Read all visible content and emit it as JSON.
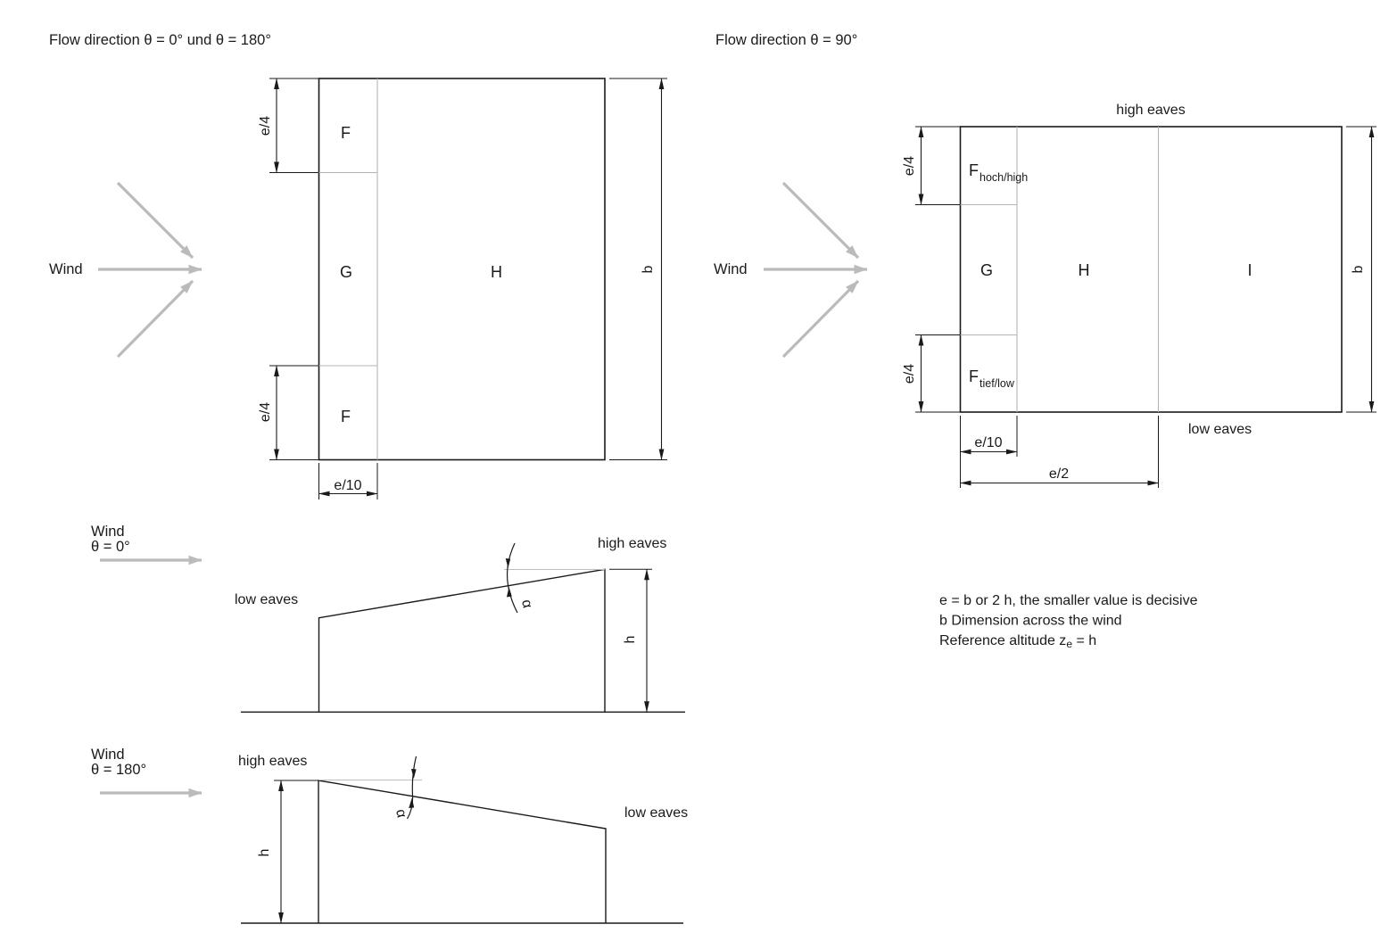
{
  "titles": {
    "left": "Flow direction θ = 0° und θ = 180°",
    "right": "Flow direction θ = 90°"
  },
  "wind_plan_left": {
    "label": "Wind"
  },
  "wind_plan_right": {
    "label": "Wind"
  },
  "plan_left": {
    "zone_f_top": "F",
    "zone_g": "G",
    "zone_h": "H",
    "zone_f_bottom": "F",
    "dim_e4_top": "e/4",
    "dim_e4_bottom": "e/4",
    "dim_e10": "e/10",
    "dim_b": "b"
  },
  "plan_right": {
    "high_eaves": "high eaves",
    "low_eaves": "low eaves",
    "zone_f_high_main": "F",
    "zone_f_high_sub": "hoch/high",
    "zone_g": "G",
    "zone_h": "H",
    "zone_i": "I",
    "zone_f_low_main": "F",
    "zone_f_low_sub": "tief/low",
    "dim_e4_top": "e/4",
    "dim_e4_bottom": "e/4",
    "dim_e10": "e/10",
    "dim_e2": "e/2",
    "dim_b": "b"
  },
  "elevation_theta0": {
    "wind_label": "Wind",
    "theta": "θ = 0°",
    "low_eaves": "low eaves",
    "high_eaves": "high eaves",
    "alpha": "α",
    "dim_h": "h"
  },
  "elevation_theta180": {
    "wind_label": "Wind",
    "theta": "θ = 180°",
    "high_eaves": "high eaves",
    "low_eaves": "low eaves",
    "alpha": "α",
    "dim_h": "h"
  },
  "notes": {
    "line1": "e = b or 2 h, the smaller value is decisive",
    "line2": "b Dimension across the wind",
    "line3_prefix": "Reference altitude z",
    "line3_sub": "e",
    "line3_suffix": " = h"
  },
  "colors": {
    "line_black": "#1a1a1a",
    "zone_divider_gray": "#b5b5b5",
    "wind_arrow_gray": "#bbbbbb"
  }
}
